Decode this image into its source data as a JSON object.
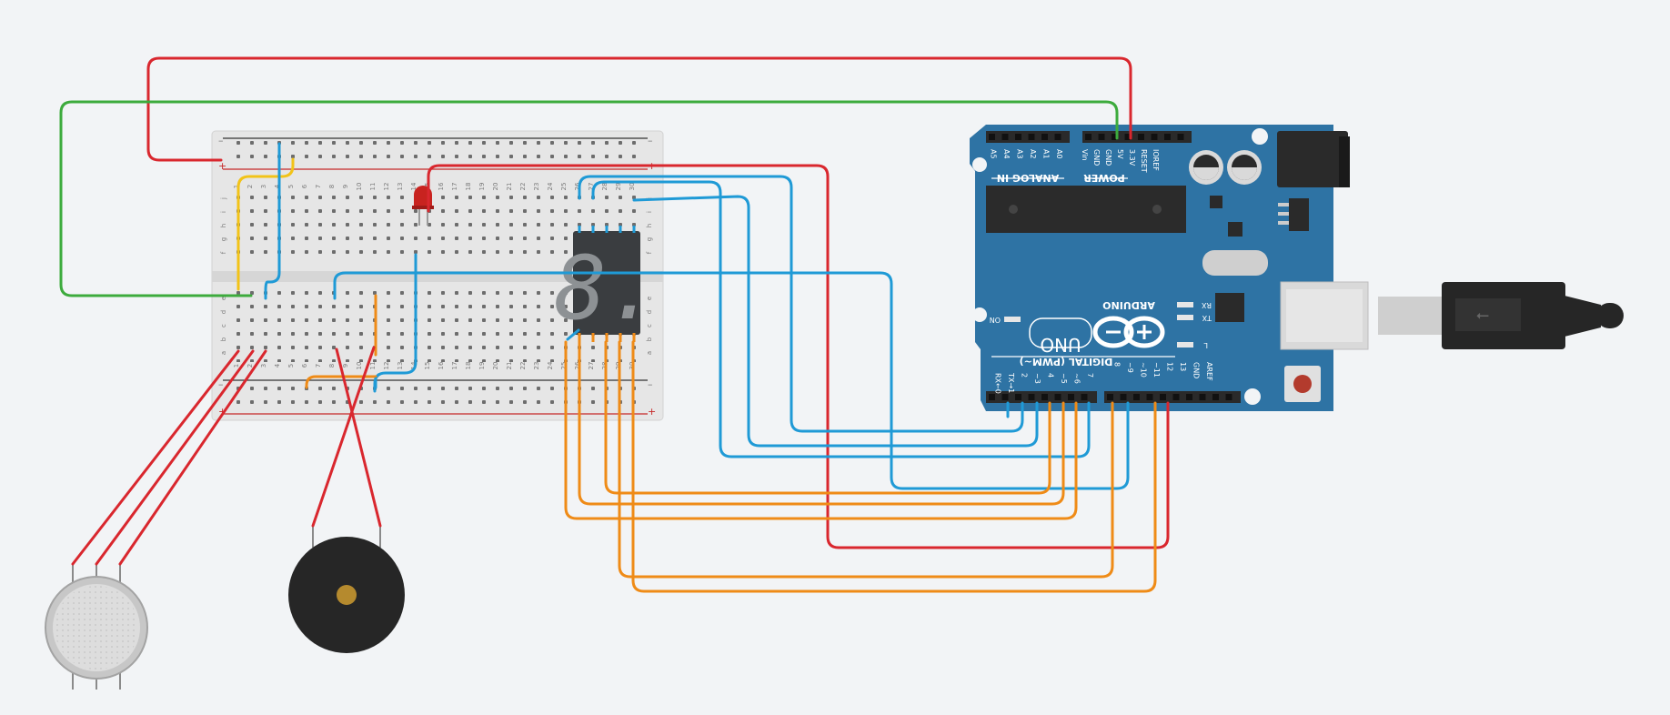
{
  "colors": {
    "background": "#f2f4f6",
    "wire_red": "#d9272e",
    "wire_green": "#3dab3d",
    "wire_blue": "#1f9ad6",
    "wire_orange": "#ef8b17",
    "wire_yellow": "#f2c318",
    "arduino_board": "#2e73a4",
    "breadboard": "#e7e7e7",
    "seven_seg_body": "#3a3d40",
    "buzzer_body": "#262626",
    "buzzer_center": "#b58a2e",
    "led_red": "#c8231f"
  },
  "breadboard": {
    "column_numbers": [
      "1",
      "2",
      "3",
      "4",
      "5",
      "6",
      "7",
      "8",
      "9",
      "10",
      "11",
      "12",
      "13",
      "14",
      "15",
      "16",
      "17",
      "18",
      "19",
      "20",
      "21",
      "22",
      "23",
      "24",
      "25",
      "26",
      "27",
      "28",
      "29",
      "30"
    ],
    "rows_top": [
      "j",
      "i",
      "h",
      "g",
      "f"
    ],
    "rows_bottom": [
      "e",
      "d",
      "c",
      "b",
      "a"
    ],
    "rail_plus": "+",
    "rail_minus": "–"
  },
  "arduino": {
    "brand": "ARDUINO",
    "model": "UNO",
    "header_power": "POWER",
    "header_analog": "ANALOG IN",
    "header_digital": "DIGITAL (PWM~)",
    "power_pins": [
      "IOREF",
      "RESET",
      "3.3V",
      "5V",
      "GND",
      "GND",
      "Vin"
    ],
    "analog_pins": [
      "A0",
      "A1",
      "A2",
      "A3",
      "A4",
      "A5"
    ],
    "digital_pins_right": [
      "AREF",
      "GND",
      "13",
      "12",
      "~11",
      "~10",
      "~9",
      "8"
    ],
    "digital_pins_left": [
      "7",
      "~6",
      "~5",
      "4",
      "~3",
      "2",
      "TX→1",
      "RX←0"
    ],
    "led_labels": [
      "RX",
      "TX",
      "L",
      "ON"
    ]
  },
  "components": {
    "seven_segment": "8.",
    "gas_sensor": "gas-sensor",
    "buzzer": "piezo-buzzer",
    "led": "red-led",
    "usb": "usb-cable"
  }
}
